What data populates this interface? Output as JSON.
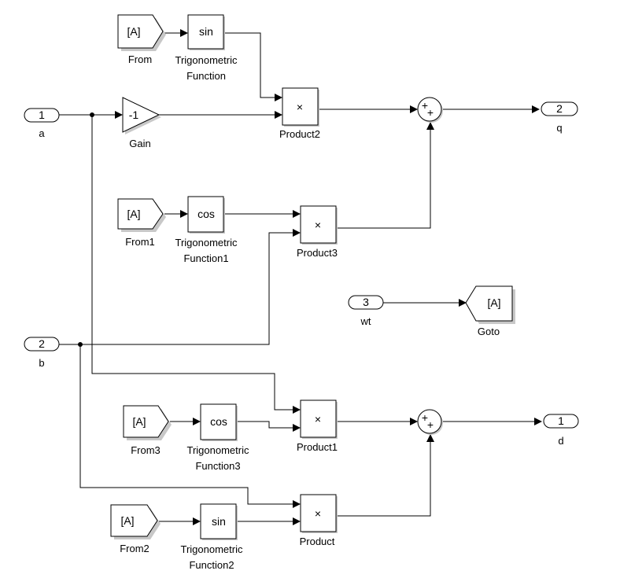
{
  "model": {
    "inports": [
      {
        "number": "1",
        "name": "a"
      },
      {
        "number": "2",
        "name": "b"
      },
      {
        "number": "3",
        "name": "wt"
      }
    ],
    "outports": [
      {
        "number": "2",
        "name": "q"
      },
      {
        "number": "1",
        "name": "d"
      }
    ],
    "gain": {
      "value": "-1",
      "name": "Gain"
    },
    "goto": {
      "tag": "[A]",
      "name": "Goto"
    },
    "froms": [
      {
        "tag": "[A]",
        "name": "From"
      },
      {
        "tag": "[A]",
        "name": "From1"
      },
      {
        "tag": "[A]",
        "name": "From3"
      },
      {
        "tag": "[A]",
        "name": "From2"
      }
    ],
    "trig": [
      {
        "fn": "sin",
        "name_line1": "Trigonometric",
        "name_line2": "Function"
      },
      {
        "fn": "cos",
        "name_line1": "Trigonometric",
        "name_line2": "Function1"
      },
      {
        "fn": "cos",
        "name_line1": "Trigonometric",
        "name_line2": "Function3"
      },
      {
        "fn": "sin",
        "name_line1": "Trigonometric",
        "name_line2": "Function2"
      }
    ],
    "products": [
      {
        "symbol": "×",
        "name": "Product2"
      },
      {
        "symbol": "×",
        "name": "Product3"
      },
      {
        "symbol": "×",
        "name": "Product1"
      },
      {
        "symbol": "×",
        "name": "Product"
      }
    ],
    "sums": [
      {
        "signs": [
          "+",
          "+"
        ],
        "name": ""
      },
      {
        "signs": [
          "+",
          "+"
        ],
        "name": ""
      }
    ]
  }
}
